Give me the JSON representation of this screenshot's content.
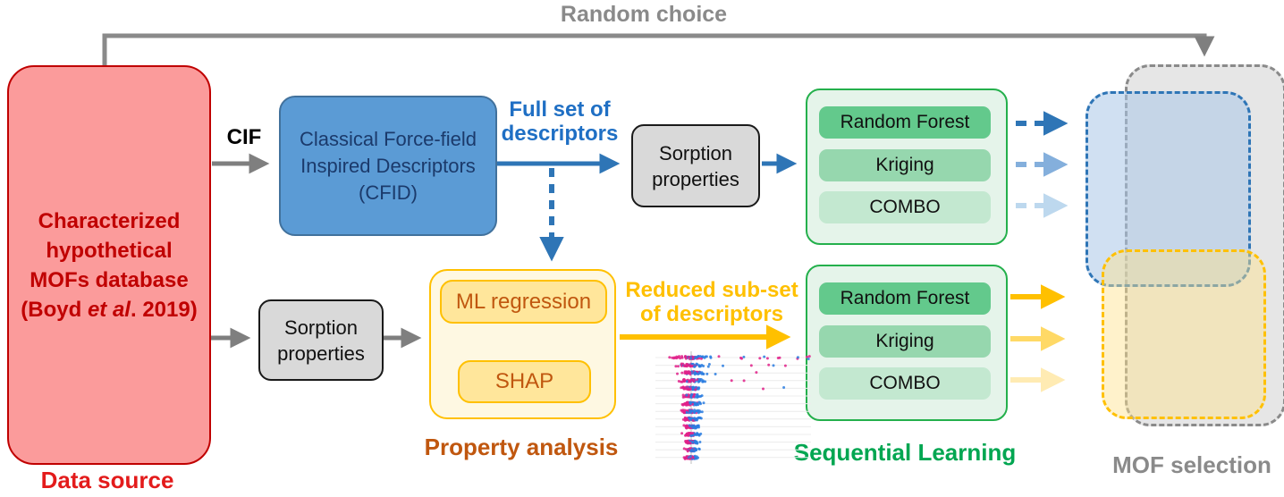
{
  "top": {
    "random_choice_label": "Random choice"
  },
  "data_source": {
    "box_lines": [
      "Characterized",
      "hypothetical",
      "MOFs database"
    ],
    "citation_prefix": "(Boyd ",
    "citation_italic": "et al",
    "citation_suffix": ". 2019)",
    "caption": "Data source"
  },
  "cif_label": "CIF",
  "cfid_box": {
    "lines": [
      "Classical Force-field",
      "Inspired Descriptors",
      "(CFID)"
    ]
  },
  "full_set_label": {
    "lines": [
      "Full set of",
      "descriptors"
    ]
  },
  "sorption_top": {
    "lines": [
      "Sorption",
      "properties"
    ]
  },
  "sorption_bottom": {
    "lines": [
      "Sorption",
      "properties"
    ]
  },
  "sequential_top": {
    "items": [
      "Random Forest",
      "Kriging",
      "COMBO"
    ]
  },
  "sequential_bottom": {
    "items": [
      "Random Forest",
      "Kriging",
      "COMBO"
    ],
    "caption": "Sequential Learning"
  },
  "property_analysis": {
    "ml_label": "ML regression",
    "shap_label": "SHAP",
    "caption": "Property analysis"
  },
  "reduced_label": {
    "lines": [
      "Reduced sub-set",
      "of descriptors"
    ]
  },
  "mof_selection": {
    "caption": "MOF selection"
  },
  "colors": {
    "data_source_fill": "#FB9B9B",
    "data_source_border": "#C00000",
    "data_source_text": "#C00000",
    "cfid_fill": "#5B9BD5",
    "cfid_border": "#41719C",
    "cfid_text": "#1B3A6B",
    "gray_box_fill": "#D9D9D9",
    "green_border": "#24B04C",
    "green_fill": "#E5F4EA",
    "green_item_1": "#63C98C",
    "green_item_2": "#96D7AE",
    "green_item_3": "#C3E8D0",
    "yellow_accent": "#FFC000",
    "yellow_fill": "#FEF8E2",
    "yellow_item_fill": "#FFE69B",
    "rust_text": "#C0570F",
    "blue_accent": "#2E75B6",
    "blue_text": "#1F6FC4",
    "green_caption": "#00A651",
    "gray_accent": "#8a8a8a",
    "blue_arrow_shades": [
      "#2E75B6",
      "#84AFDC",
      "#BDD8EE"
    ],
    "yellow_arrow_shades": [
      "#FFC000",
      "#FFD966",
      "#FFEBB3"
    ]
  },
  "shap_plot": {
    "type": "beeswarm",
    "rows": 14,
    "dot_colors": [
      "#2a7de1",
      "#e0218a"
    ],
    "description": "SHAP summary beeswarm plot of descriptor importance"
  }
}
